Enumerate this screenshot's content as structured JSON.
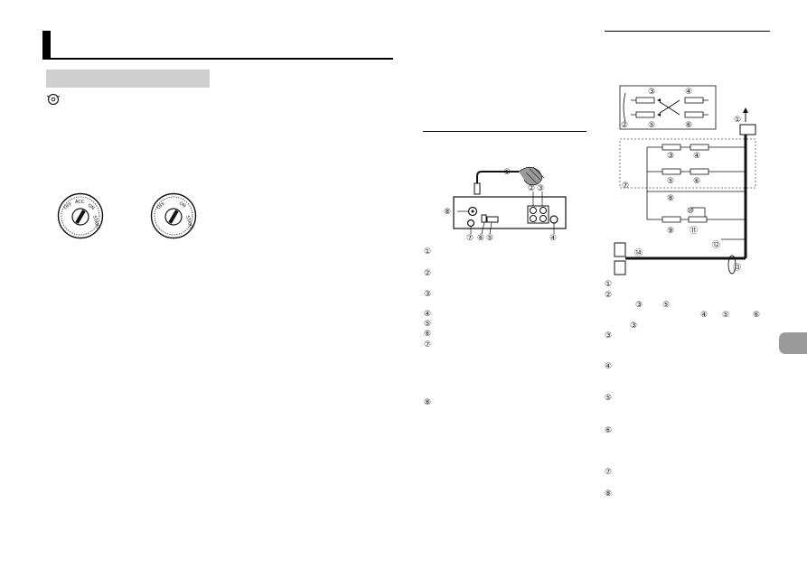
{
  "left_page": {
    "note_icon": "disc-note-icon",
    "ignition_key_diagrams": [
      {
        "name": "ignition-switch-with-acc-diagram",
        "labels": [
          "OFF",
          "ACC",
          "ON",
          "START"
        ]
      },
      {
        "name": "ignition-switch-without-acc-diagram",
        "labels": [
          "OFF",
          "ON",
          "START"
        ]
      }
    ]
  },
  "middle_page": {
    "diagram_callouts": [
      "①",
      "②",
      "③",
      "⑧",
      "⑦",
      "⑥",
      "⑤",
      "④"
    ],
    "list_markers": [
      "①",
      "②",
      "③",
      "④",
      "⑤",
      "⑥",
      "⑦",
      "⑧"
    ]
  },
  "right_page": {
    "inset_callouts": [
      "③",
      "④",
      "②",
      "⑤",
      "⑥"
    ],
    "diagram_callouts": [
      "①",
      "③",
      "④",
      "⑤",
      "⑥",
      "⑦",
      "⑧",
      "⑩",
      "⑨",
      "⑪",
      "⑫",
      "⑭",
      "⑬"
    ],
    "list_markers": [
      "①",
      "②",
      "③",
      "④",
      "⑤",
      "⑥",
      "⑦",
      "⑧"
    ],
    "inline_refs": {
      "line1_a": "③",
      "line1_b": "⑤",
      "line2_a": "④",
      "line2_b": "⑤",
      "line2_c": "⑥",
      "line3_a": "③"
    }
  }
}
